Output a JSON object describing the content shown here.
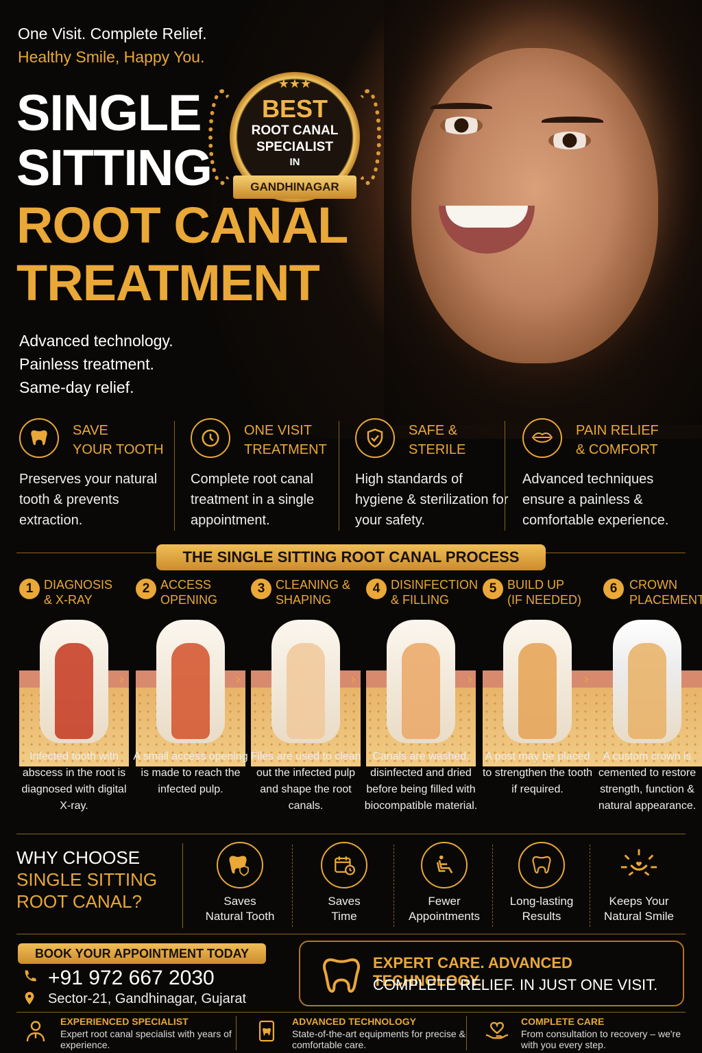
{
  "hero": {
    "tagline_1": "One Visit. Complete Relief.",
    "tagline_2": "Healthy Smile, Happy You.",
    "title_1": "SINGLE",
    "title_2": "SITTING",
    "title_3": "ROOT CANAL",
    "title_4": "TREATMENT",
    "intro_1": "Advanced technology.",
    "intro_2": "Painless treatment.",
    "intro_3": "Same-day relief."
  },
  "badge": {
    "stars": "★★★",
    "best": "BEST",
    "line_1": "ROOT CANAL",
    "line_2": "SPECIALIST",
    "line_3": "IN",
    "ribbon": "GANDHINAGAR"
  },
  "features": [
    {
      "title": "SAVE\nYOUR TOOTH",
      "desc": "Preserves your natural tooth & prevents extraction.",
      "icon": "tooth-icon"
    },
    {
      "title": "ONE VISIT\nTREATMENT",
      "desc": "Complete root canal treatment in a single appointment.",
      "icon": "clock-icon"
    },
    {
      "title": "SAFE &\nSTERILE",
      "desc": "High standards of hygiene & sterilization for your safety.",
      "icon": "shield-check-icon"
    },
    {
      "title": "PAIN RELIEF\n& COMFORT",
      "desc": "Advanced techniques ensure a painless & comfortable experience.",
      "icon": "lips-icon"
    }
  ],
  "process": {
    "banner": "THE SINGLE SITTING ROOT CANAL PROCESS",
    "steps": [
      {
        "num": "1",
        "title": "DIAGNOSIS\n& X-RAY",
        "desc": "Infected tooth with abscess in the root is diagnosed with digital X-ray."
      },
      {
        "num": "2",
        "title": "ACCESS\nOPENING",
        "desc": "A small access opening is made to reach the infected pulp."
      },
      {
        "num": "3",
        "title": "CLEANING &\nSHAPING",
        "desc": "Files are used to clean out the infected pulp and shape the root canals."
      },
      {
        "num": "4",
        "title": "DISINFECTION\n& FILLING",
        "desc": "Canals are washed, disinfected and dried before being filled with biocompatible material."
      },
      {
        "num": "5",
        "title": "BUILD UP\n(IF NEEDED)",
        "desc": "A post may be placed to strengthen the tooth if required."
      },
      {
        "num": "6",
        "title": "CROWN\nPLACEMENT",
        "desc": "A custom crown is cemented to restore strength, function & natural appearance."
      }
    ]
  },
  "why": {
    "line_1": "WHY CHOOSE",
    "line_2": "SINGLE SITTING",
    "line_3": "ROOT CANAL?",
    "benefits": [
      {
        "label": "Saves\nNatural Tooth",
        "icon": "tooth-shield-icon"
      },
      {
        "label": "Saves\nTime",
        "icon": "calendar-clock-icon"
      },
      {
        "label": "Fewer\nAppointments",
        "icon": "dental-chair-icon"
      },
      {
        "label": "Long-lasting\nResults",
        "icon": "tooth-icon"
      },
      {
        "label": "Keeps Your\nNatural Smile",
        "icon": "sun-smile-icon"
      }
    ]
  },
  "booking": {
    "banner": "BOOK YOUR APPOINTMENT TODAY",
    "phone": "+91 972 667 2030",
    "address": "Sector-21, Gandhinagar, Gujarat"
  },
  "expert": {
    "line_1": "EXPERT CARE. ADVANCED TECHNOLOGY.",
    "line_2": "COMPLETE RELIEF. IN JUST ONE VISIT."
  },
  "footer": [
    {
      "title": "EXPERIENCED SPECIALIST",
      "desc": "Expert root canal specialist with years of experience.",
      "icon": "doctor-icon"
    },
    {
      "title": "ADVANCED TECHNOLOGY",
      "desc": "State-of-the-art equipments for precise & comfortable care.",
      "icon": "tablet-tooth-icon"
    },
    {
      "title": "COMPLETE CARE",
      "desc": "From consultation to recovery – we're with you every step.",
      "icon": "heart-hands-icon"
    }
  ],
  "colors": {
    "accent": "#e9a838",
    "background": "#0a0806"
  }
}
